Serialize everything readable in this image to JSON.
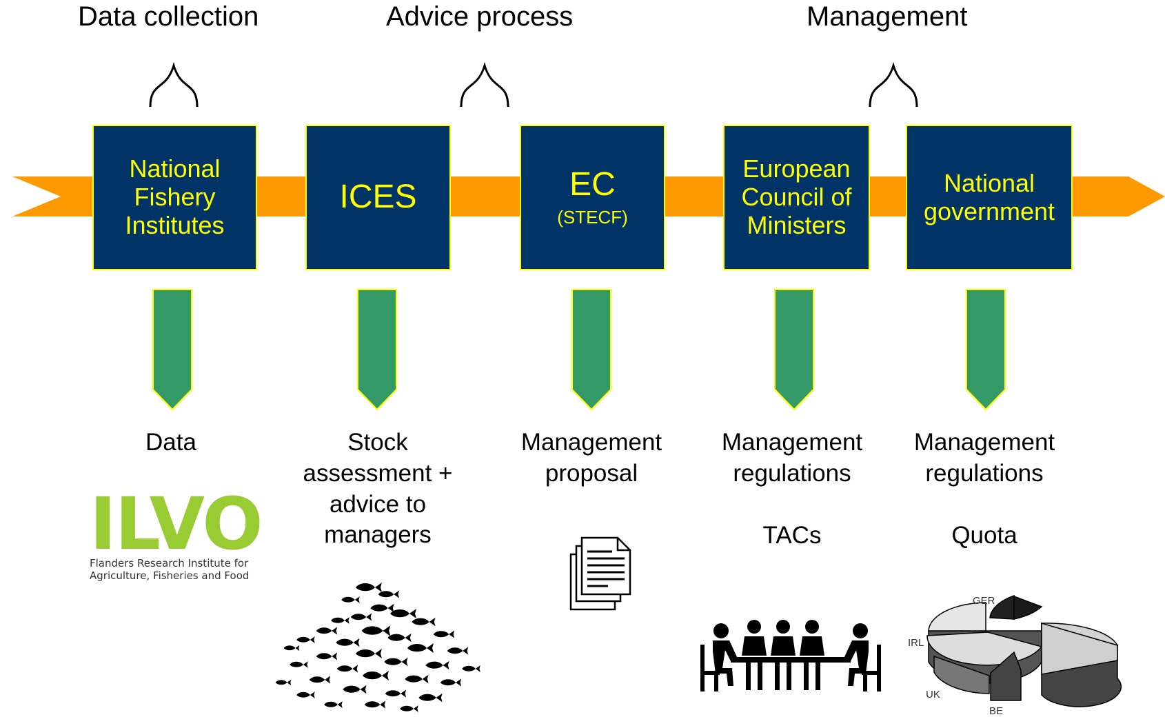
{
  "phases": {
    "data_collection": "Data collection",
    "advice_process": "Advice process",
    "management": "Management"
  },
  "boxes": [
    {
      "lines": [
        "National",
        "Fishery",
        "Institutes"
      ]
    },
    {
      "lines": [
        "ICES"
      ]
    },
    {
      "main": "EC",
      "sub": "(STECF)"
    },
    {
      "lines": [
        "European",
        "Council of",
        "Ministers"
      ]
    },
    {
      "lines": [
        "National",
        "government"
      ]
    }
  ],
  "outputs": [
    {
      "lines": [
        "Data"
      ]
    },
    {
      "lines": [
        "Stock",
        "assessment +",
        "advice to",
        "managers"
      ]
    },
    {
      "lines": [
        "Management",
        "proposal"
      ]
    },
    {
      "lines": [
        "Management",
        "regulations"
      ],
      "extra": "TACs"
    },
    {
      "lines": [
        "Management",
        "regulations"
      ],
      "extra": "Quota"
    }
  ],
  "logo": {
    "wordmark": "ILVO",
    "tagline_1": "Flanders Research Institute for",
    "tagline_2": "Agriculture, Fisheries and Food"
  },
  "pie_labels": {
    "ger": "GER",
    "irl": "IRL",
    "uk": "UK",
    "be": "BE"
  },
  "colors": {
    "arrow": "#ff9900",
    "box_fill": "#003366",
    "box_text": "#ffff00",
    "down_arrow": "#339966",
    "logo_green": "#99cc33"
  }
}
